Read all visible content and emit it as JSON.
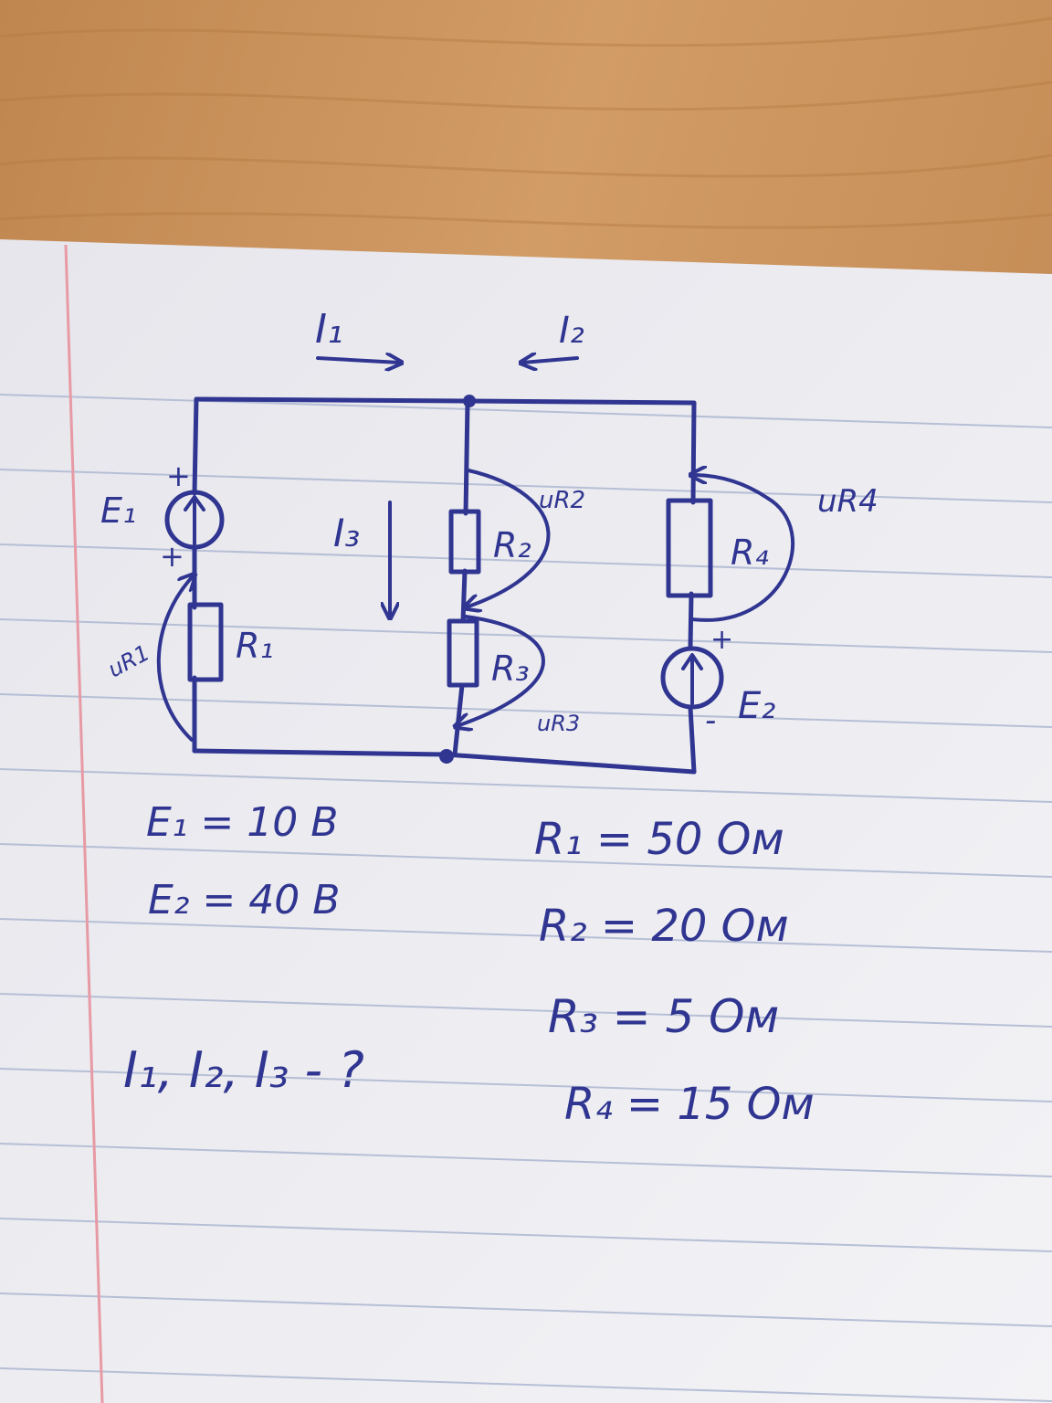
{
  "colors": {
    "wood": "#c9925a",
    "paper": "#eeeef2",
    "rule_line": "#b7bfd6",
    "margin_line": "#e79aa4",
    "ink": "#2f3590"
  },
  "circuit": {
    "currents": {
      "i1": "I₁",
      "i2": "I₂",
      "i3": "I₃"
    },
    "sources": {
      "e1": "E₁",
      "e2": "E₂",
      "plus": "+",
      "minus": "-"
    },
    "resistors": {
      "r1": "R₁",
      "r2": "R₂",
      "r3": "R₃",
      "r4": "R₄"
    },
    "voltages": {
      "ur1": "uR1",
      "ur2": "uR2",
      "ur3": "uR3",
      "ur4": "uR4"
    }
  },
  "givens": {
    "e1": "E₁ = 10 B",
    "e2": "E₂ = 40 B",
    "r1": "R₁ = 50 Ом",
    "r2": "R₂ = 20 Ом",
    "r3": "R₃ = 5 Ом",
    "r4": "R₄ = 15 Ом",
    "question": "I₁, I₂, I₃ - ?"
  }
}
